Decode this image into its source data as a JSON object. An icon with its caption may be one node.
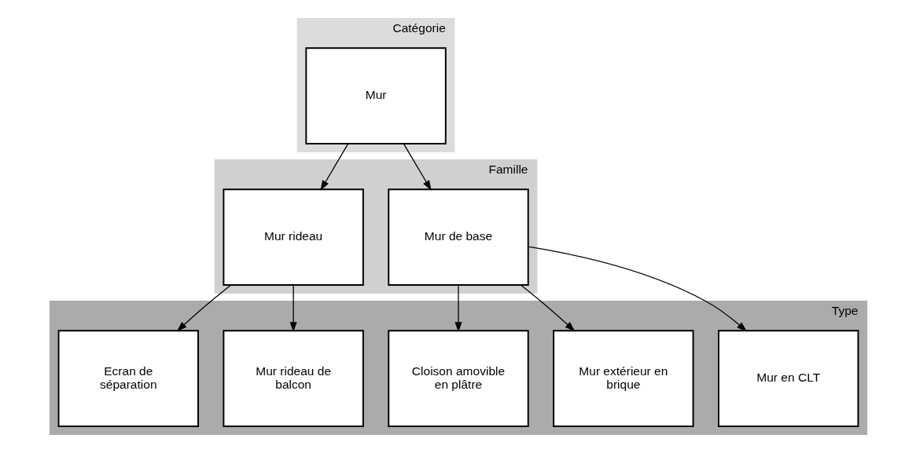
{
  "diagram": {
    "nodes": [
      {
        "text": [
          "Catégorie"
        ]
      },
      {
        "text": [
          "Mur"
        ],
        "in": 0
      },
      {
        "text": [
          "Famille"
        ]
      },
      {
        "text": [
          "Mur de base"
        ],
        "in": 2
      },
      {
        "text": [
          "Mur rideau"
        ],
        "in": 2
      },
      {
        "text": [
          "Type"
        ]
      },
      {
        "text": [
          "Mur en CLT"
        ],
        "in": 5
      },
      {
        "text": [
          "Mur extérieur en brique"
        ],
        "in": 5
      },
      {
        "text": [
          "Cloison amovible en plâtre"
        ],
        "in": 5
      },
      {
        "text": [
          "Mur rideau de balcon"
        ],
        "in": 5
      },
      {
        "text": [
          "Ecran de séparation"
        ],
        "in": 5
      }
    ],
    "edges": [
      {
        "from": 1,
        "to": 3,
        "arrow": "to"
      },
      {
        "from": 1,
        "to": 4,
        "arrow": "to"
      },
      {
        "from": 3,
        "to": 6,
        "arrow": "to"
      },
      {
        "from": 3,
        "to": 7,
        "arrow": "to"
      },
      {
        "from": 3,
        "to": 8,
        "arrow": "to"
      },
      {
        "from": 4,
        "to": 9,
        "arrow": "to"
      },
      {
        "from": 4,
        "to": 10,
        "arrow": "to"
      }
    ]
  }
}
